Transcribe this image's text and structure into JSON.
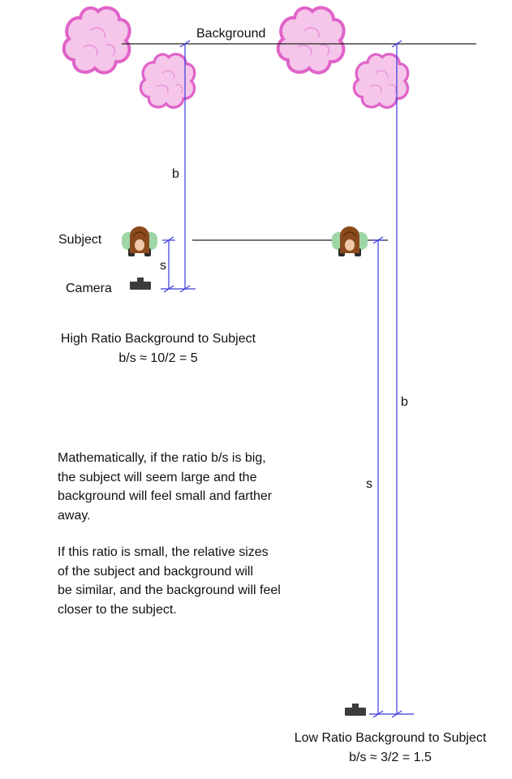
{
  "labels": {
    "background": "Background",
    "subject": "Subject",
    "camera": "Camera",
    "b_left": "b",
    "s_left": "s",
    "b_right": "b",
    "s_right": "s"
  },
  "high_ratio": {
    "title": "High Ratio Background to Subject",
    "formula": "b/s ≈ 10/2 = 5"
  },
  "low_ratio": {
    "title": "Low Ratio Background to Subject",
    "formula": "b/s ≈ 3/2 = 1.5"
  },
  "explanation": {
    "paragraph1": [
      "Mathematically, if the ratio b/s is big,",
      "the subject will seem large and the",
      "background will feel small and farther",
      "away."
    ],
    "paragraph2": [
      "If this ratio is small, the relative sizes",
      "of the subject and background will",
      "be similar, and the background will feel",
      "closer to the subject."
    ]
  },
  "colors": {
    "measure_line": "#3b3bdc",
    "reference_line": "#222222",
    "tree_fill": "#f5c6ea",
    "tree_stroke": "#e063c9",
    "subject_body": "#9fd6a6",
    "subject_hair": "#8a4a1d",
    "subject_face": "#f0c9a8",
    "camera": "#3c3c3c"
  }
}
